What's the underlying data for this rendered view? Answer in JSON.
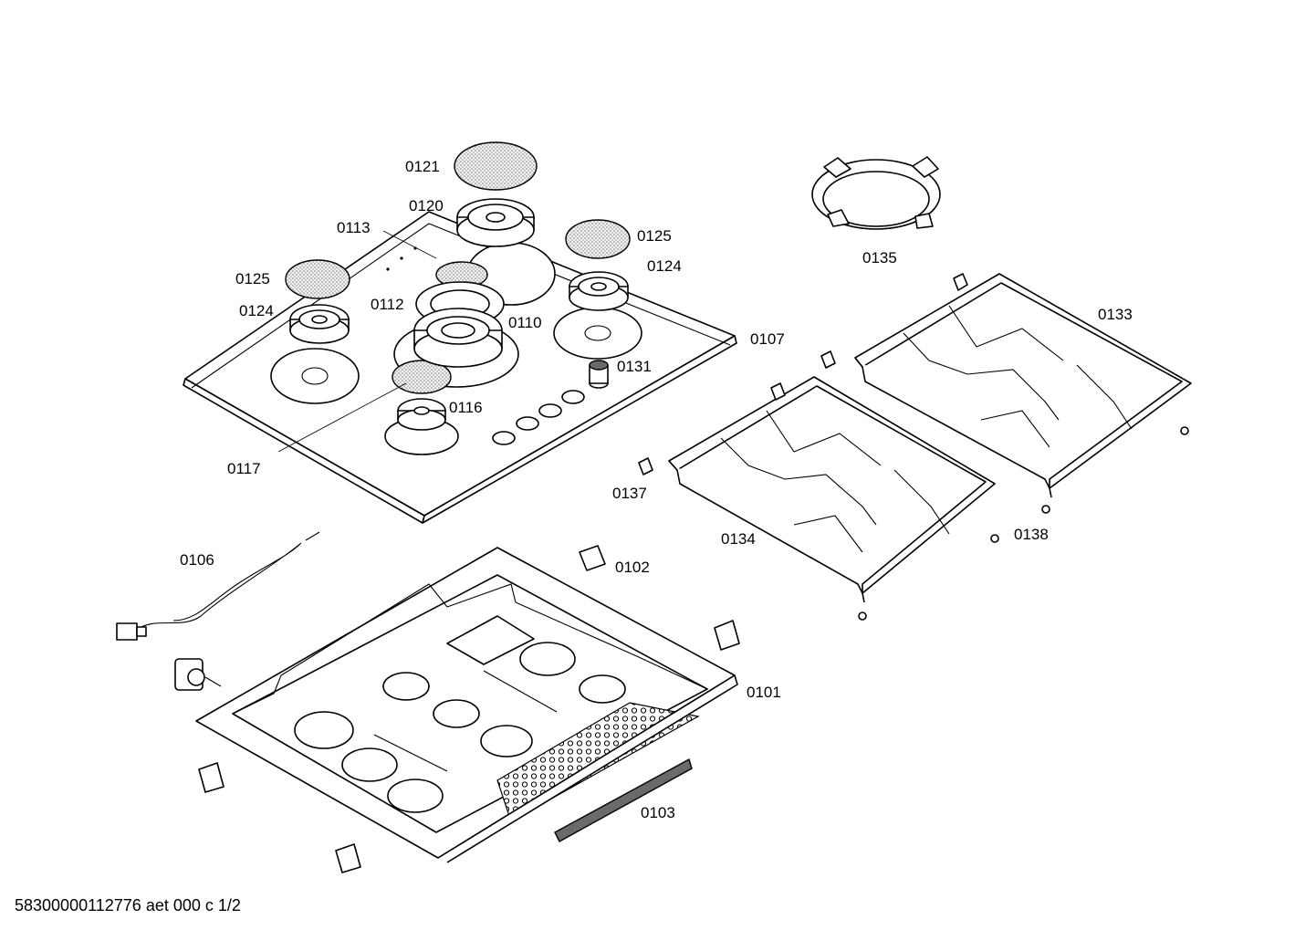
{
  "drawing_number": "58300000112776 aet 000 c 1/2",
  "callouts": {
    "c0121": "0121",
    "c0120": "0120",
    "c0113": "0113",
    "c0125a": "0125",
    "c0125b": "0125",
    "c0124a": "0124",
    "c0124b": "0124",
    "c0112": "0112",
    "c0110": "0110",
    "c0107": "0107",
    "c0131": "0131",
    "c0116": "0116",
    "c0117": "0117",
    "c0135": "0135",
    "c0133": "0133",
    "c0137": "0137",
    "c0134": "0134",
    "c0138": "0138",
    "c0106": "0106",
    "c0102": "0102",
    "c0101": "0101",
    "c0103": "0103"
  }
}
